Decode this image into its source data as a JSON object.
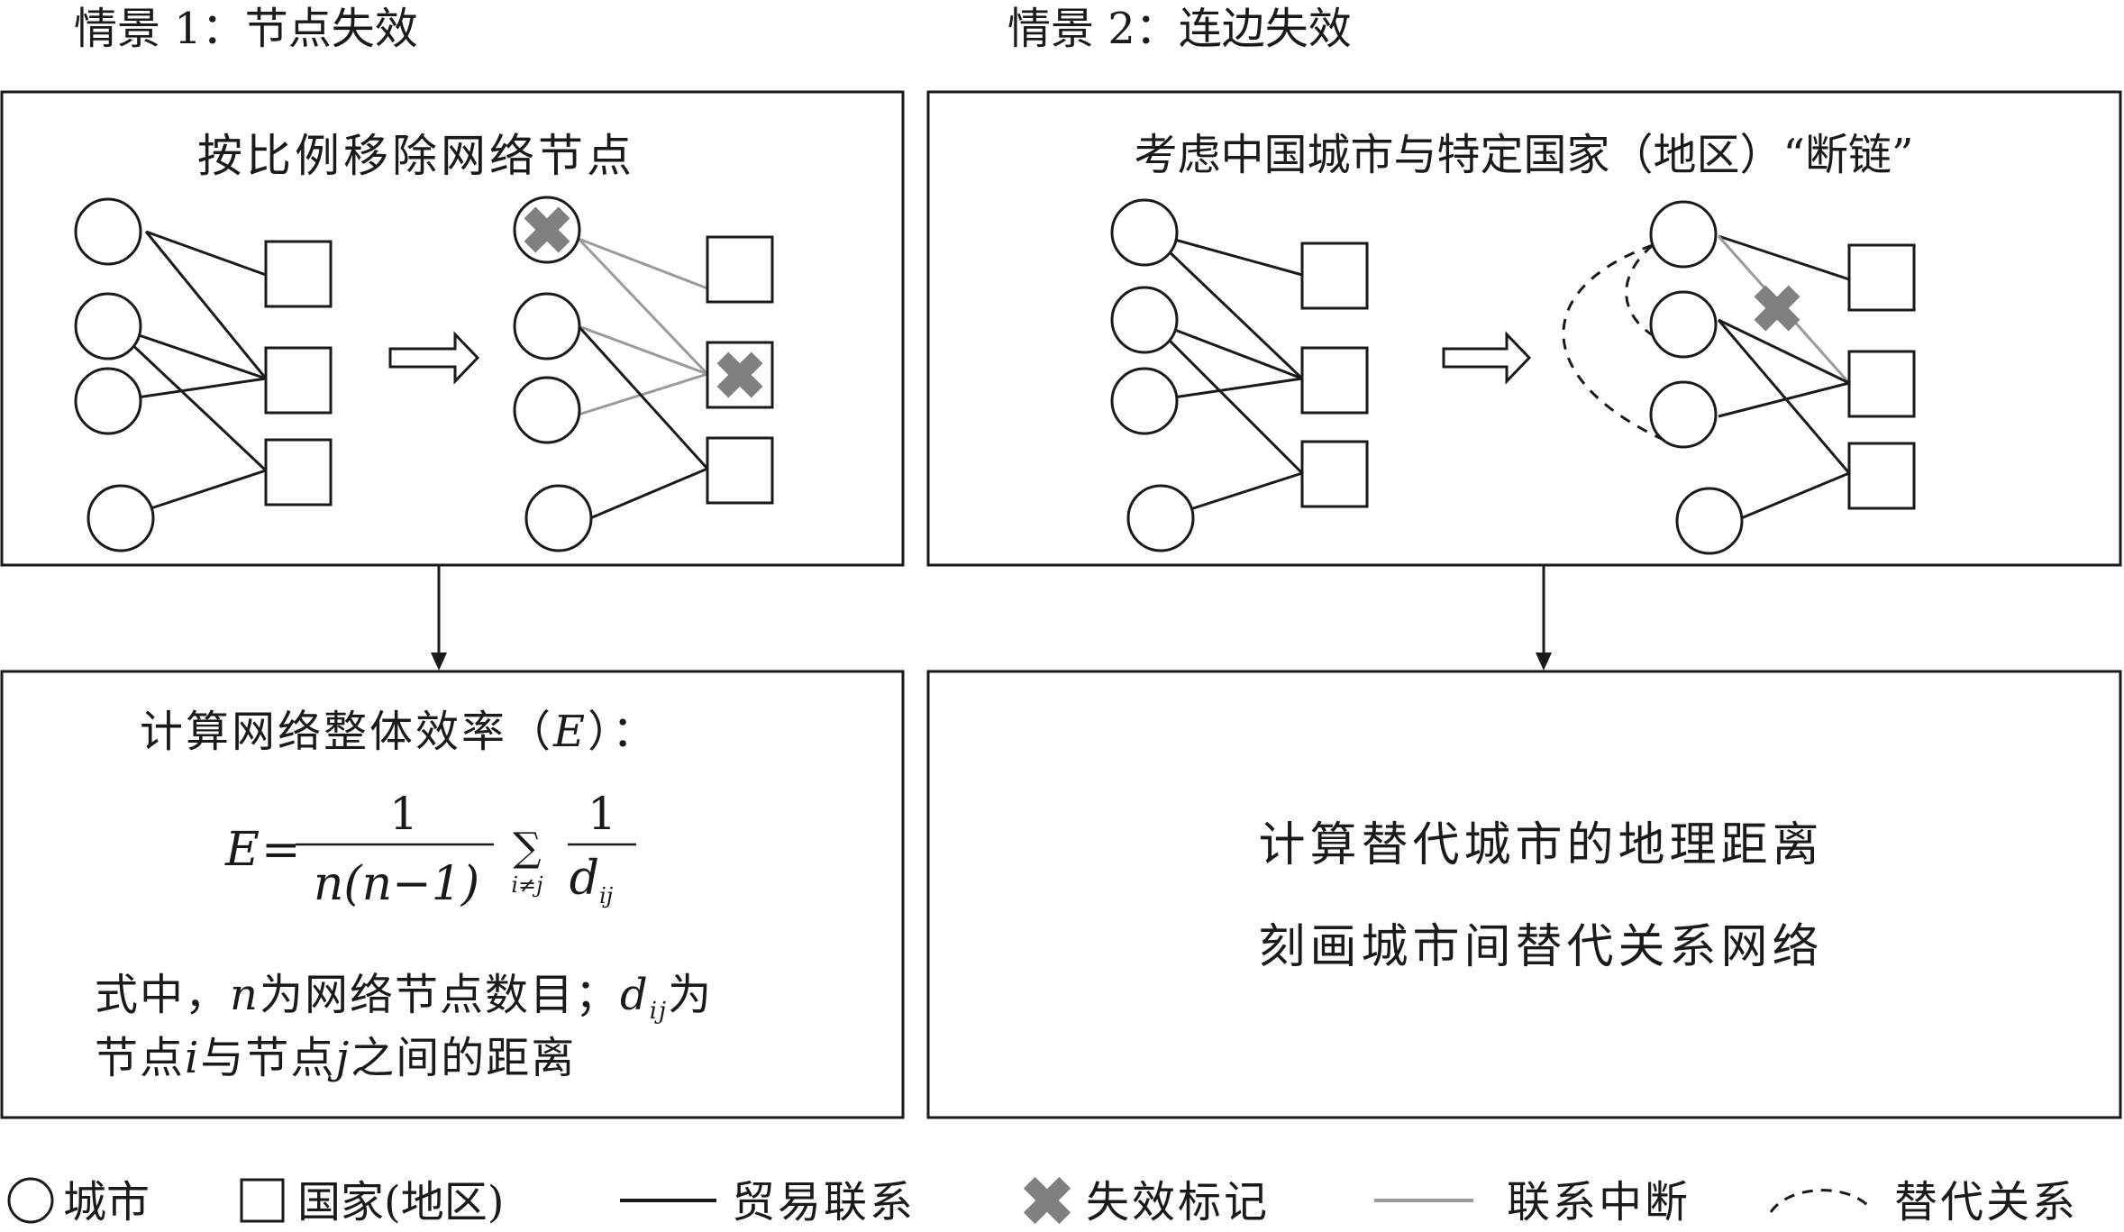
{
  "scenario1": {
    "title": "情景 1：节点失效",
    "box_title": "按比例移除网络节点",
    "calc_title_prefix": "计算网络整体效率（",
    "calc_title_var": "E",
    "calc_title_suffix": "）：",
    "formula": {
      "lhs": "E",
      "equals": "=",
      "frac1_num": "1",
      "frac1_den": "n(n−1)",
      "sum": "∑",
      "sum_sub": "i≠j",
      "frac2_num": "1",
      "frac2_den": "d",
      "frac2_den_sub": "ij"
    },
    "note": {
      "p1": "式中，",
      "n": "n",
      "p2": "为网络节点数目；",
      "d": "d",
      "d_sub": "ij",
      "p3": "为",
      "p4": "节点",
      "i": "i",
      "p5": "与节点",
      "j": "j",
      "p6": "之间的距离"
    }
  },
  "scenario2": {
    "title": "情景 2：连边失效",
    "box_title": "考虑中国城市与特定国家（地区）“断链”",
    "result_line1": "计算替代城市的地理距离",
    "result_line2": "刻画城市间替代关系网络"
  },
  "legend": {
    "city": "城市",
    "country": "国家(地区)",
    "trade": "贸易联系",
    "fail_mark": "失效标记",
    "broken": "联系中断",
    "substitute": "替代关系"
  },
  "colors": {
    "line": "#1a1a1a",
    "failed_link": "#9a9a9a",
    "fail_mark": "#808080"
  }
}
